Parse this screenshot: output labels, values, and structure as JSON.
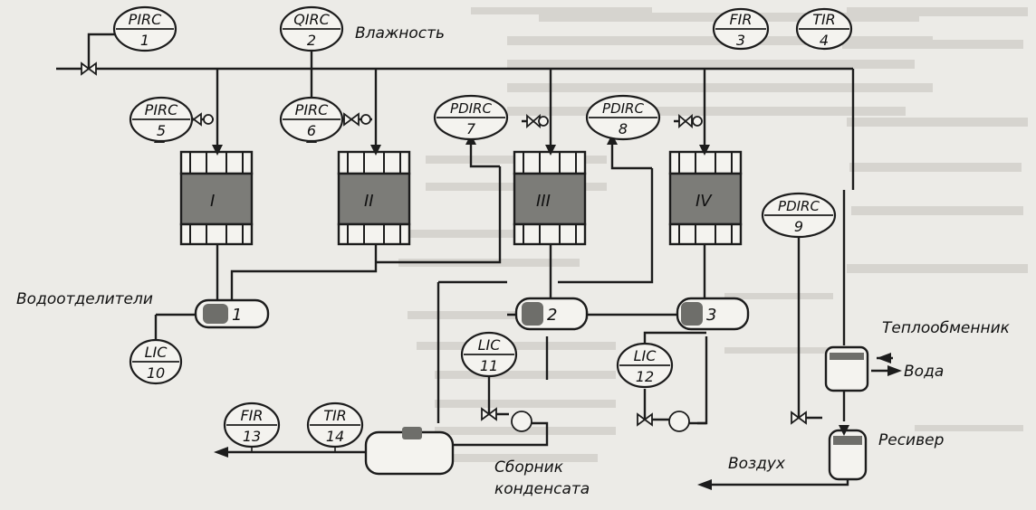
{
  "instruments": [
    {
      "code": "PIRC",
      "num": "1"
    },
    {
      "code": "QIRC",
      "num": "2"
    },
    {
      "code": "FIR",
      "num": "3"
    },
    {
      "code": "TIR",
      "num": "4"
    },
    {
      "code": "PIRC",
      "num": "5"
    },
    {
      "code": "PIRC",
      "num": "6"
    },
    {
      "code": "PDIRC",
      "num": "7"
    },
    {
      "code": "PDIRC",
      "num": "8"
    },
    {
      "code": "PDIRC",
      "num": "9"
    },
    {
      "code": "LIC",
      "num": "10"
    },
    {
      "code": "LIC",
      "num": "11"
    },
    {
      "code": "LIC",
      "num": "12"
    },
    {
      "code": "FIR",
      "num": "13"
    },
    {
      "code": "TIR",
      "num": "14"
    }
  ],
  "adsorbers": [
    "I",
    "II",
    "III",
    "IV"
  ],
  "separators": [
    "1",
    "2",
    "3"
  ],
  "labels": {
    "humidity": "Влажность",
    "water_separators": "Водоотделители",
    "heat_exchanger": "Теплообменник",
    "water": "Вода",
    "receiver": "Ресивер",
    "air": "Воздух",
    "condensate_line1": "Сборник",
    "condensate_line2": "конденсата"
  }
}
